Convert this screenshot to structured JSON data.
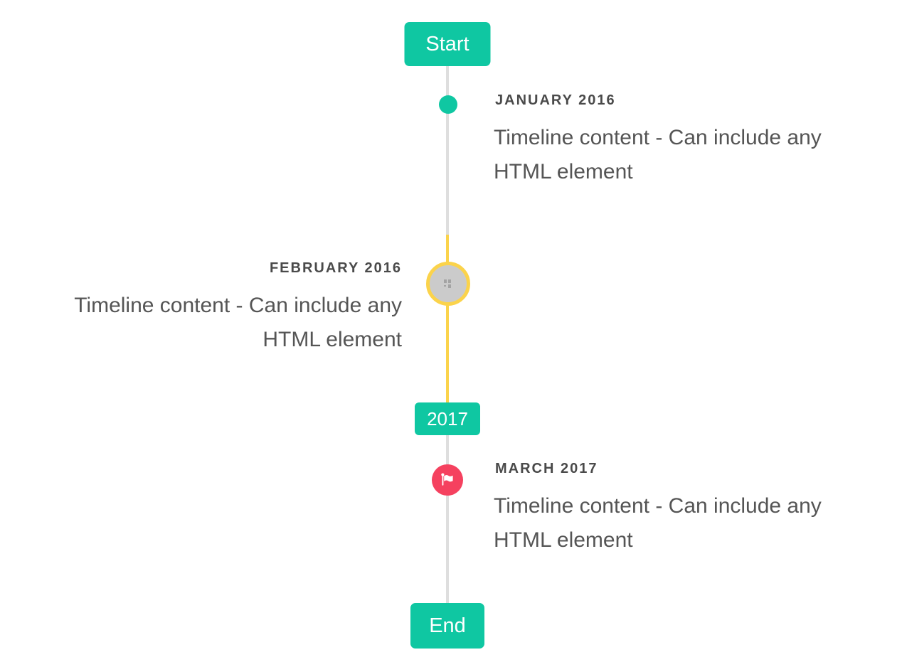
{
  "timeline": {
    "badges": {
      "start": "Start",
      "period": "2017",
      "end": "End"
    },
    "items": [
      {
        "date": "JANUARY 2016",
        "side": "right",
        "marker": "dot",
        "content_lines": [
          "Timeline content - Can include any",
          "HTML element"
        ]
      },
      {
        "date": "FEBRUARY 2016",
        "side": "left",
        "marker": "broken-image",
        "content_lines": [
          "Timeline content - Can include any",
          "HTML element"
        ]
      },
      {
        "date": "MARCH 2017",
        "side": "right",
        "marker": "flag",
        "content_lines": [
          "Timeline content - Can include any",
          "HTML element"
        ]
      }
    ],
    "colors": {
      "accent_teal": "#0fc7a2",
      "highlight_yellow": "#fbd34b",
      "flag_red": "#f5415f",
      "line_gray": "#dedede",
      "marker_gray_fill": "#cbcbcb"
    }
  }
}
